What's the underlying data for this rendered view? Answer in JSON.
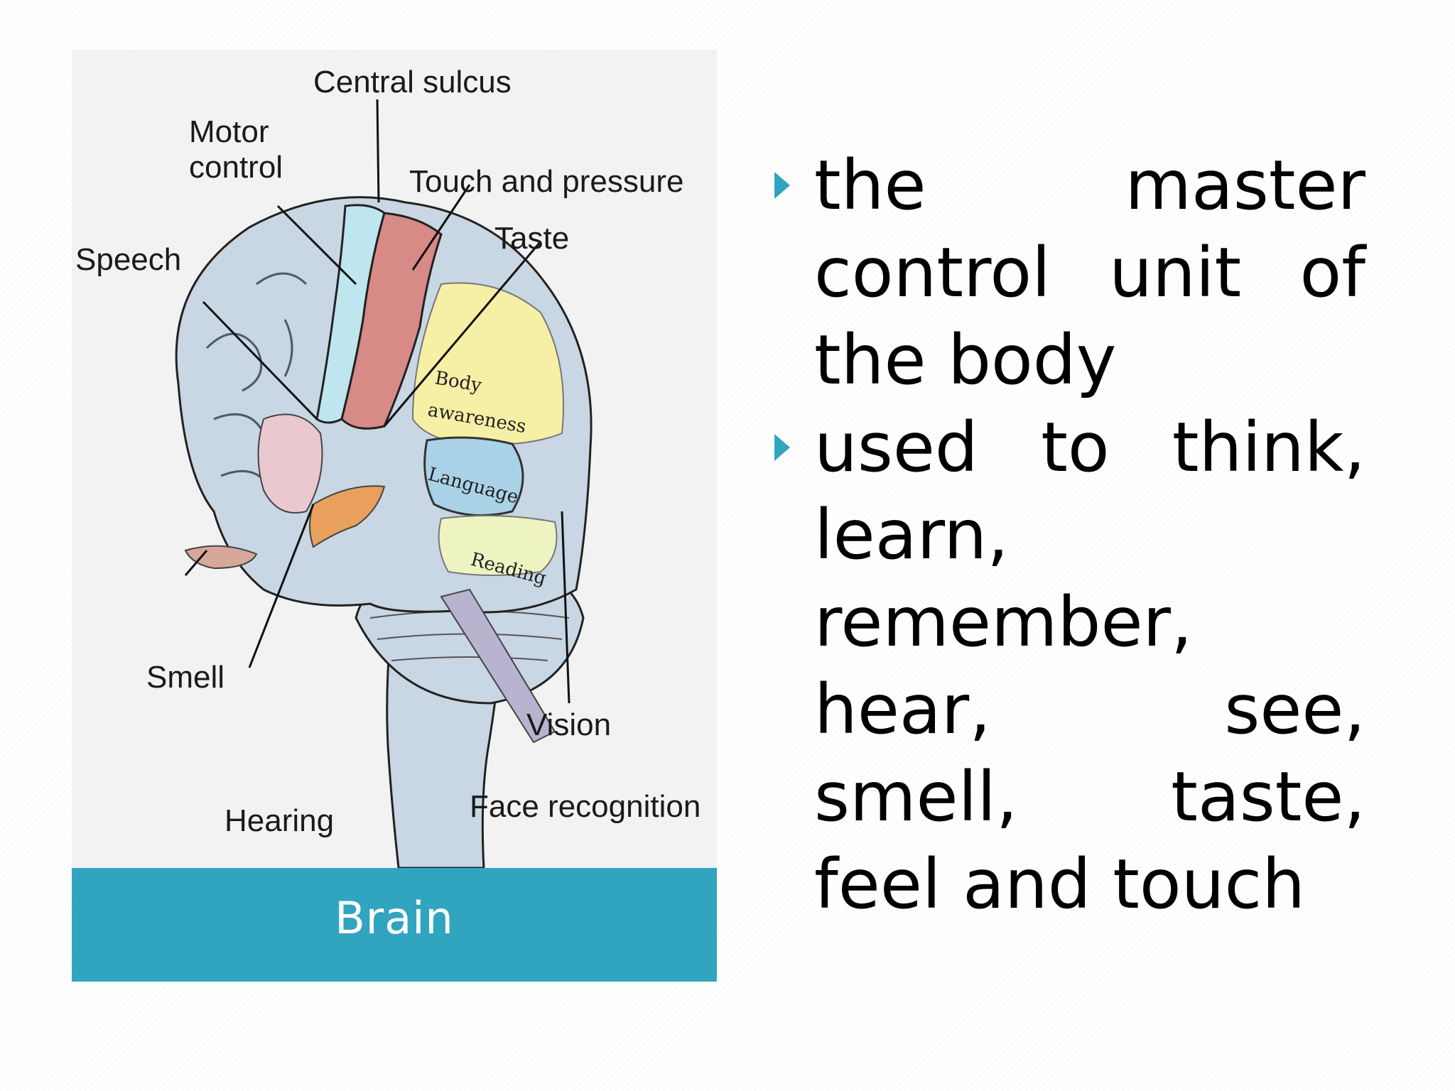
{
  "figure": {
    "caption": "Brain",
    "labels": {
      "central_sulcus": "Central sulcus",
      "motor": "Motor",
      "control": "control",
      "touch_and_pressure": "Touch and pressure",
      "speech": "Speech",
      "taste": "Taste",
      "smell": "Smell",
      "hearing": "Hearing",
      "vision": "Vision",
      "face_recognition": "Face recognition",
      "body": "Body",
      "awareness": "awareness",
      "language": "Language",
      "reading": "Reading"
    },
    "colors": {
      "accent": "#31a5bf",
      "brain_gray": "#c9d6e3",
      "motor_strip": "#bfe6ee",
      "touch_strip": "#d88a86",
      "body_awareness": "#f6efa6",
      "language": "#aad2e6",
      "speech_area": "#e9c8cf",
      "hearing_area": "#e8a05c"
    }
  },
  "bullets": [
    "the master control unit of the body",
    "used to think, learn, remember, hear, see, smell, taste, feel and touch"
  ]
}
